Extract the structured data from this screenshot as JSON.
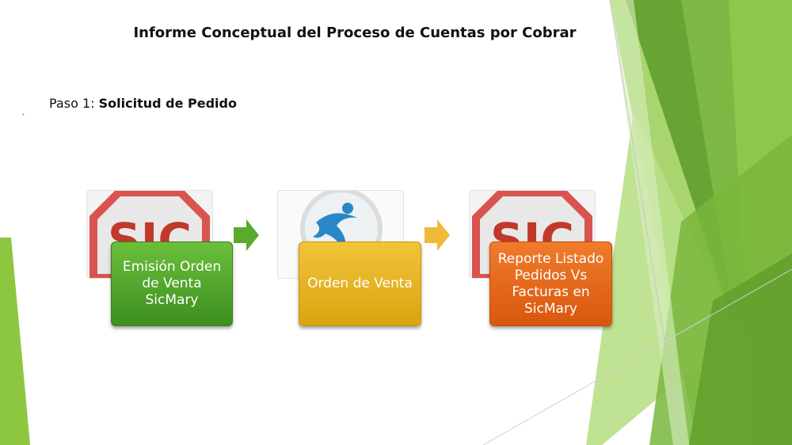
{
  "slide": {
    "title": "Informe Conceptual del Proceso de Cuentas por Cobrar",
    "step_prefix": "Paso 1:",
    "step_name": "Solicitud de Pedido",
    "stray_mark": "`"
  },
  "flow": {
    "nodes": [
      {
        "label": "Emisión Orden de Venta SicMary",
        "color": "#4ea52b"
      },
      {
        "label": "Orden de Venta",
        "color": "#e6b322"
      },
      {
        "label": "Reporte Listado Pedidos Vs Facturas en SicMary",
        "color": "#e8661b"
      }
    ],
    "arrow_colors": [
      "#5aaa2e",
      "#f0b93a"
    ],
    "logo_text": "SIC"
  },
  "theme": {
    "accent_green": "#8dc63f",
    "dark_green": "#5a9e2b"
  }
}
